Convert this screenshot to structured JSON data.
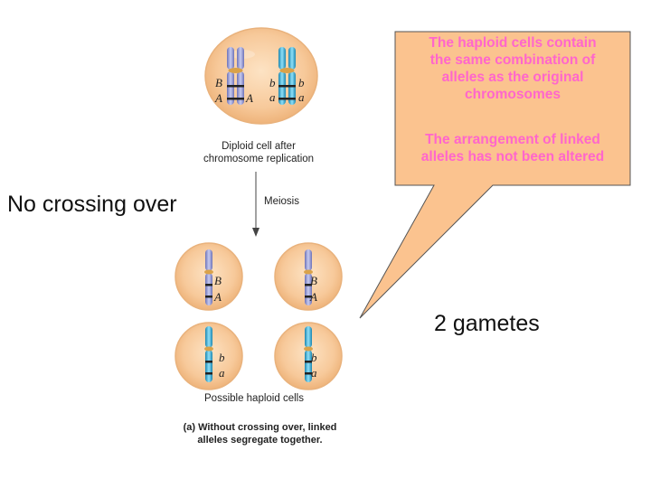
{
  "slide": {
    "title": "No crossing over",
    "gametes_label": "2 gametes"
  },
  "callout": {
    "line1": "The haploid cells contain",
    "line2": "the same combination of",
    "line3": "alleles as the original",
    "line4": "chromosomes",
    "line5": "The arrangement of linked",
    "line6": "alleles has not been altered"
  },
  "diagram": {
    "diploid_label_line1": "Diploid cell after",
    "diploid_label_line2": "chromosome replication",
    "meiosis_label": "Meiosis",
    "haploid_label": "Possible haploid cells",
    "caption_line1": "(a) Without crossing over, linked",
    "caption_line2": "alleles segregate together.",
    "alleles": {
      "B": "B",
      "A": "A",
      "b": "b",
      "a": "a"
    }
  },
  "colors": {
    "cell_fill": "#f7c99a",
    "cell_edge": "#e9b27c",
    "callout_fill": "#fbc38f",
    "callout_text": "#ff66cc",
    "chromosome_purple": "#9aa0d6",
    "chromosome_blue": "#3fb3d8",
    "centromere": "#d9a24a"
  }
}
